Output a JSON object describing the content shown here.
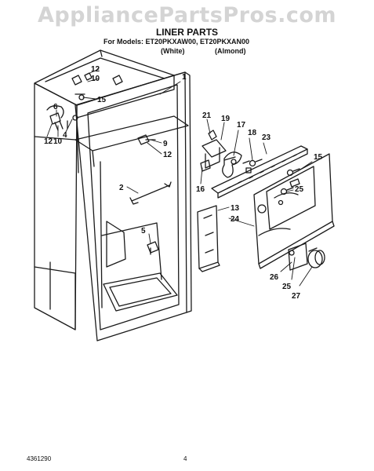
{
  "watermark": "AppliancePartsPros.com",
  "title": "LINER PARTS",
  "models_label": "For Models: ET20PKXAW00,   ET20PKXAN00",
  "variant_white": "(White)",
  "variant_almond": "(Almond)",
  "footer_code": "4361290",
  "footer_page": "4",
  "callouts": [
    "1",
    "12",
    "10",
    "15",
    "6",
    "4",
    "12",
    "10",
    "9",
    "12",
    "21",
    "19",
    "17",
    "18",
    "23",
    "15",
    "16",
    "2",
    "25",
    "13",
    "24",
    "5",
    "26",
    "25",
    "27"
  ]
}
